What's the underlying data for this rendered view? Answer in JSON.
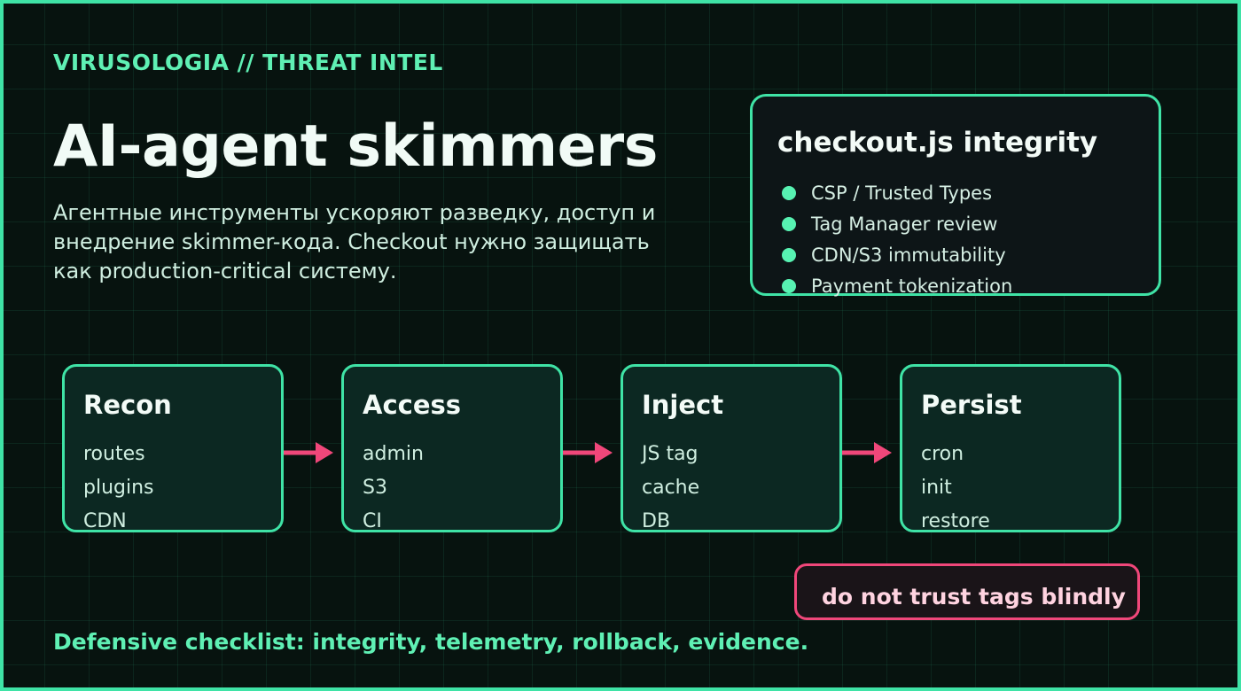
{
  "header": {
    "brand": "VIRUSOLOGIA // THREAT INTEL",
    "title": "AI-agent skimmers",
    "subtitle": "Агентные инструменты ускоряют разведку, доступ и внедрение skimmer-кода. Checkout нужно защищать как production-critical систему."
  },
  "integrity_card": {
    "title": "checkout.js integrity",
    "items": [
      "CSP / Trusted Types",
      "Tag Manager review",
      "CDN/S3 immutability",
      "Payment tokenization"
    ]
  },
  "stages": [
    {
      "title": "Recon",
      "items": [
        "routes",
        "plugins",
        "CDN"
      ]
    },
    {
      "title": "Access",
      "items": [
        "admin",
        "S3",
        "CI"
      ]
    },
    {
      "title": "Inject",
      "items": [
        "JS tag",
        "cache",
        "DB"
      ]
    },
    {
      "title": "Persist",
      "items": [
        "cron",
        "init",
        "restore"
      ]
    }
  ],
  "warning": "do not trust tags blindly",
  "footer": "Defensive checklist: integrity, telemetry, rollback, evidence.",
  "colors": {
    "accent": "#3fe3a6",
    "warning": "#f0477a",
    "background": "#07130f"
  }
}
